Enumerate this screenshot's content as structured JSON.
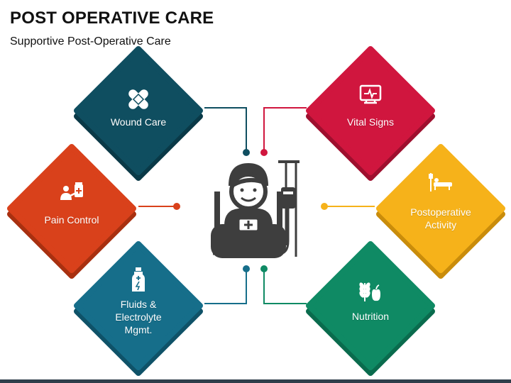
{
  "header": {
    "title": "POST OPERATIVE CARE",
    "subtitle": "Supportive Post-Operative Care"
  },
  "nodes": [
    {
      "id": "wound",
      "label": "Wound Care",
      "icon": "bandage-icon",
      "color": "#0f4e60",
      "dark": "#0a3947"
    },
    {
      "id": "vital",
      "label": "Vital Signs",
      "icon": "heart-monitor-icon",
      "color": "#d0163e",
      "dark": "#9e0f2e"
    },
    {
      "id": "pain",
      "label": "Pain Control",
      "icon": "patient-medicine-icon",
      "color": "#d9411b",
      "dark": "#a83010"
    },
    {
      "id": "activity",
      "label": "Postoperative Activity",
      "icon": "iv-stretcher-icon",
      "color": "#f6b21a",
      "dark": "#c98c0b"
    },
    {
      "id": "fluids",
      "label": "Fluids & Electrolyte Mgmt.",
      "icon": "bottle-icon",
      "color": "#166e8a",
      "dark": "#0f5268"
    },
    {
      "id": "nutrition",
      "label": "Nutrition",
      "icon": "wheat-apple-icon",
      "color": "#0f8a64",
      "dark": "#0a6b4d"
    }
  ],
  "center": {
    "icon": "bedridden-patient-icon",
    "color": "#3e3e3e"
  },
  "footer": {
    "bar_color": "#2f3e4a"
  }
}
